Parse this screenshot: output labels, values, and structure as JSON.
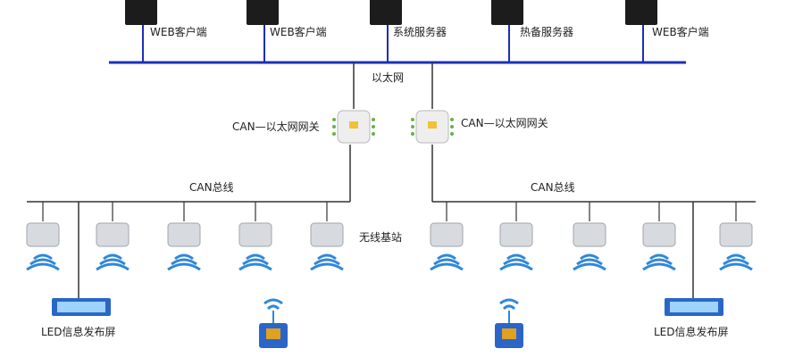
{
  "workstations": [
    {
      "label": "WEB客户端"
    },
    {
      "label": "WEB客户端"
    },
    {
      "label": "系统服务器"
    },
    {
      "label": "热备服务器"
    },
    {
      "label": "WEB客户端"
    }
  ],
  "ethernet": {
    "label": "以太网"
  },
  "gateways": [
    {
      "label": "CAN—以太网网关"
    },
    {
      "label": "CAN—以太网网关"
    }
  ],
  "can_bus": [
    {
      "label": "CAN总线"
    },
    {
      "label": "CAN总线"
    }
  ],
  "base_station_label": "无线基站",
  "led_screens": [
    {
      "label": "LED信息发布屏"
    },
    {
      "label": "LED信息发布屏"
    }
  ],
  "colors": {
    "bus_blue": "#1a2fb8",
    "wire": "#333333",
    "monitor": "#1c1c1c",
    "base_station": "#d7dbdf",
    "wifi": "#2f88d8",
    "led_frame": "#2a66c7",
    "led_screen": "#9fd3ff",
    "tag_body": "#2a66c7",
    "tag_accent": "#e0a020"
  }
}
